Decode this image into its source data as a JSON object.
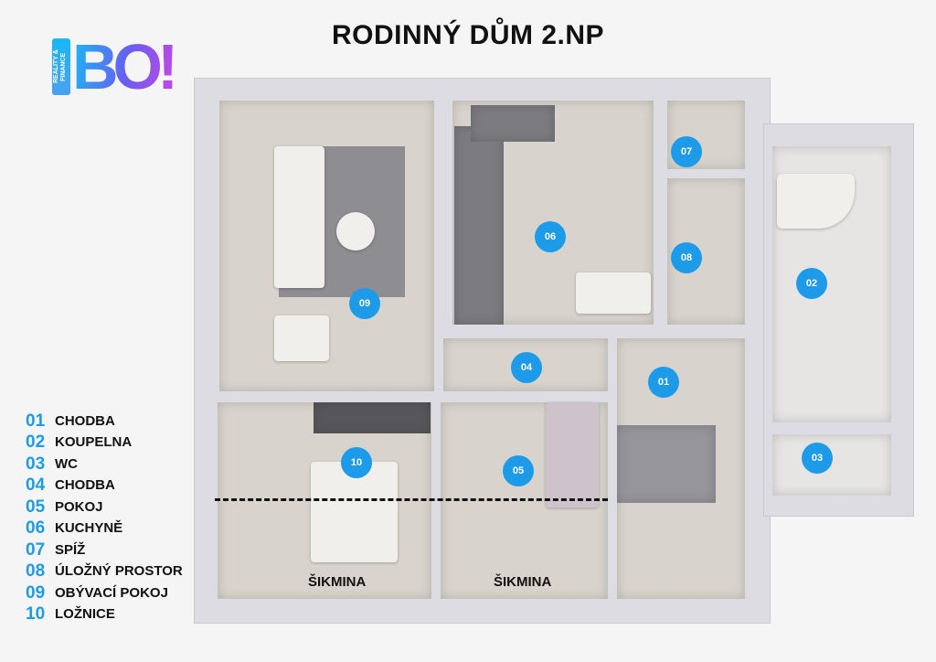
{
  "title": "RODINNÝ DŮM 2.NP",
  "logo": {
    "text": "BO!",
    "subtitle": "REALITY & FINANCE",
    "colors": [
      "#19b8f5",
      "#6a5cf0",
      "#c248e6"
    ]
  },
  "accent": "#1e9be8",
  "rooms": [
    {
      "num": "01",
      "name": "CHODBA"
    },
    {
      "num": "02",
      "name": "KOUPELNA"
    },
    {
      "num": "03",
      "name": "WC"
    },
    {
      "num": "04",
      "name": "CHODBA"
    },
    {
      "num": "05",
      "name": "POKOJ"
    },
    {
      "num": "06",
      "name": "KUCHYNĚ"
    },
    {
      "num": "07",
      "name": "SPÍŽ"
    },
    {
      "num": "08",
      "name": "ÚLOŽNÝ PROSTOR"
    },
    {
      "num": "09",
      "name": "OBÝVACÍ POKOJ"
    },
    {
      "num": "10",
      "name": "LOŽNICE"
    }
  ],
  "slope_labels": [
    "ŠIKMINA",
    "ŠIKMINA"
  ]
}
